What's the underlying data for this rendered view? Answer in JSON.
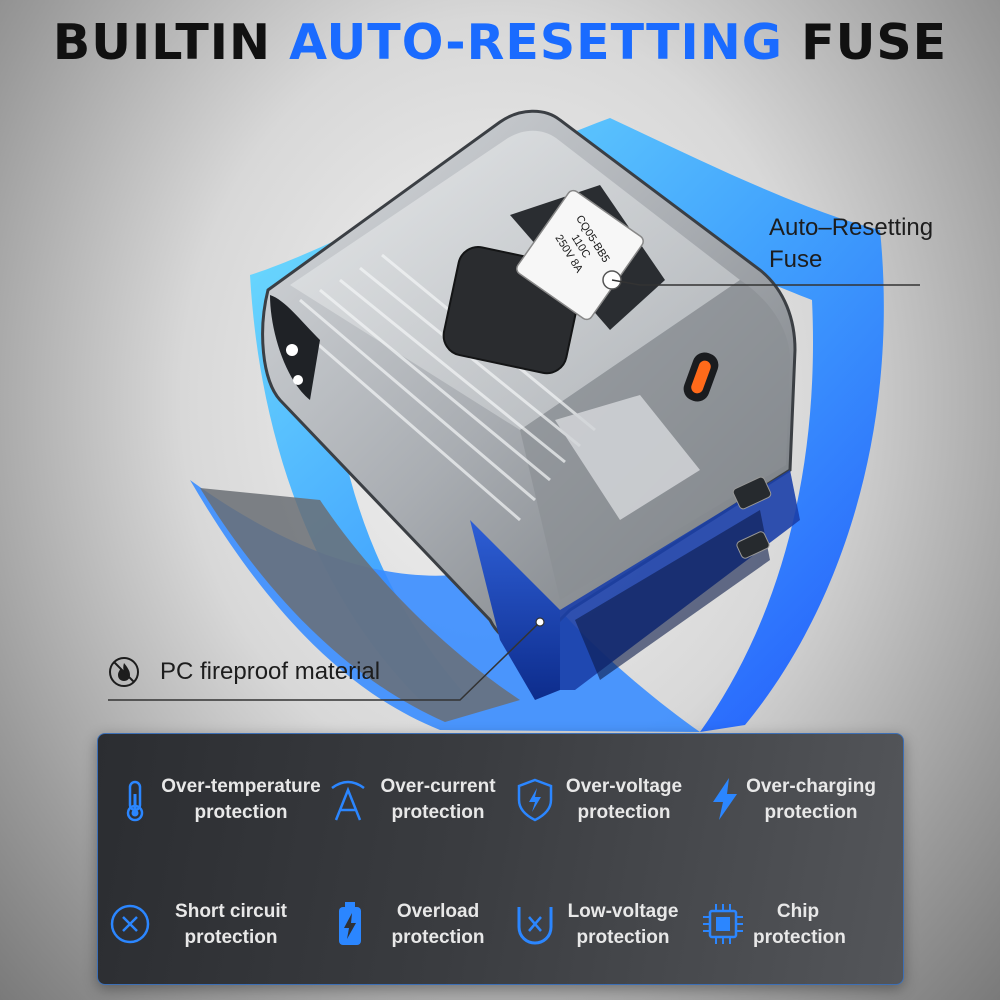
{
  "title": {
    "part1": "BUILTIN ",
    "part2": "AUTO-RESETTING",
    "part3": " FUSE"
  },
  "callouts": {
    "fuse_line1": "Auto–Resetting",
    "fuse_line2": "Fuse",
    "pc_material": "PC fireproof material"
  },
  "fuse_label": {
    "line1": "CQ05-BB5",
    "line2": "110C",
    "line3": "250V 8A"
  },
  "colors": {
    "accent": "#1a6bff",
    "icon_blue": "#2b86ff",
    "panel_text": "#e8e8e8"
  },
  "features": [
    {
      "icon": "thermometer-icon",
      "line1": "Over-temperature",
      "line2": "protection"
    },
    {
      "icon": "ampere-icon",
      "line1": "Over-current",
      "line2": "protection"
    },
    {
      "icon": "shield-bolt-icon",
      "line1": "Over-voltage",
      "line2": "protection"
    },
    {
      "icon": "lightning-icon",
      "line1": "Over-charging",
      "line2": "protection"
    },
    {
      "icon": "x-circle-icon",
      "line1": "Short circuit",
      "line2": "protection"
    },
    {
      "icon": "battery-bolt-icon",
      "line1": "Overload",
      "line2": "protection"
    },
    {
      "icon": "magnet-icon",
      "line1": "Low-voltage",
      "line2": "protection"
    },
    {
      "icon": "chip-icon",
      "line1": "Chip",
      "line2": "protection"
    }
  ]
}
